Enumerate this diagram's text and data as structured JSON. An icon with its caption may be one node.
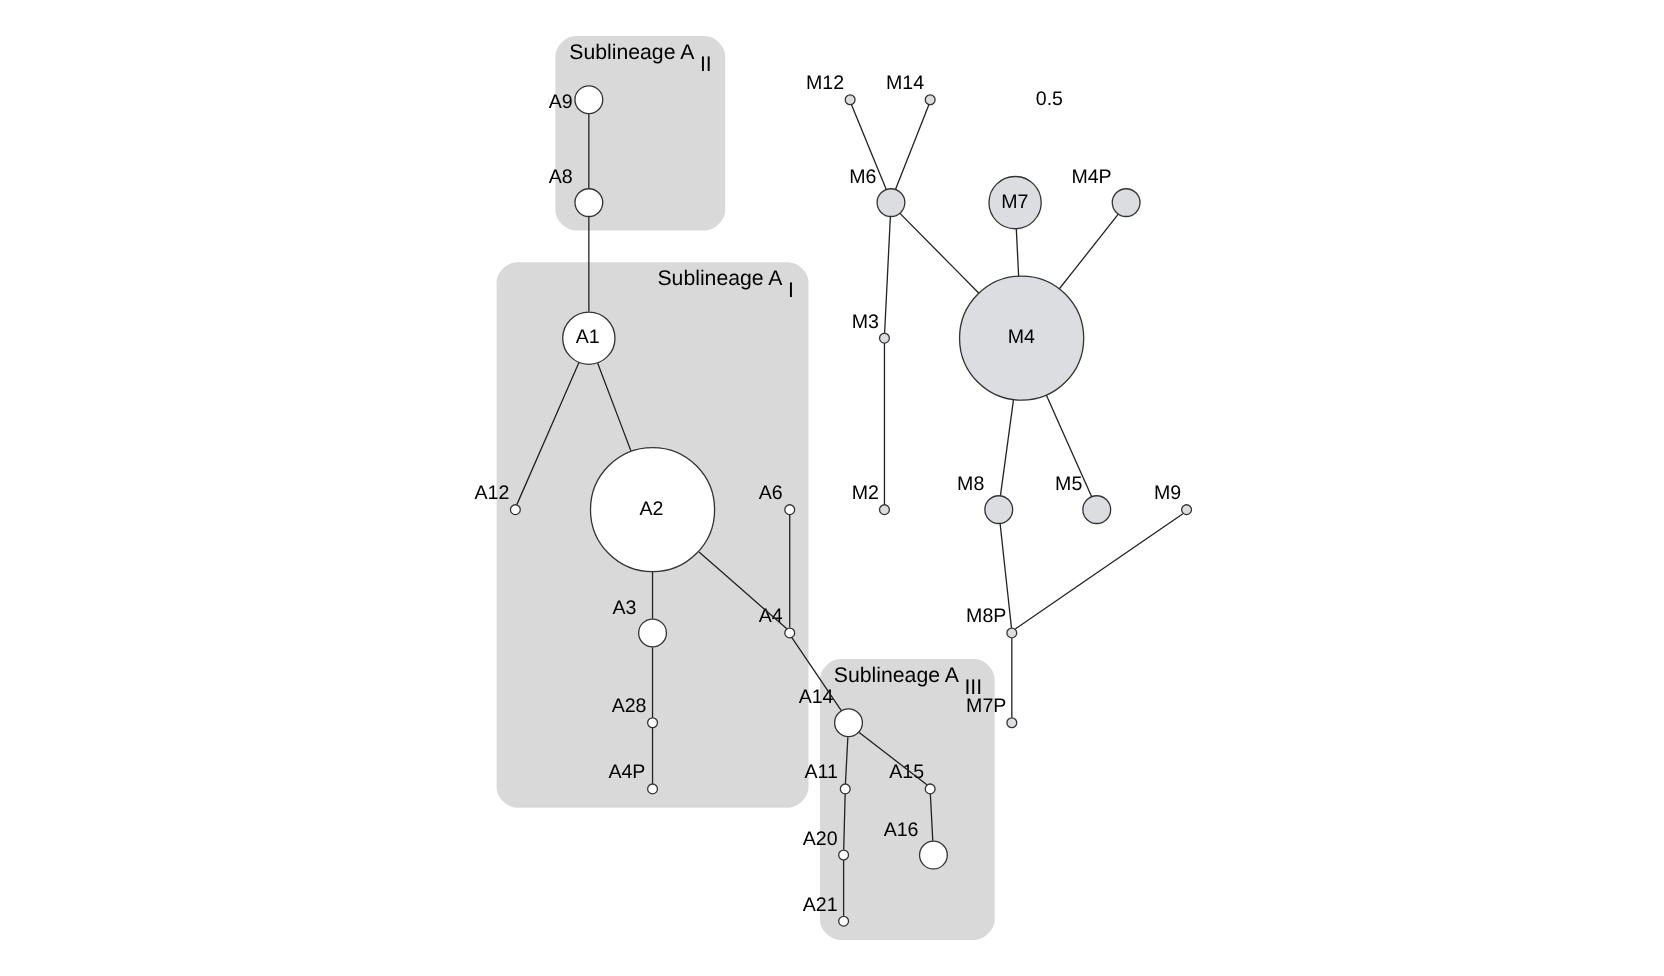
{
  "diagram": {
    "nodes": [
      {
        "text": [
          "Sublineage A$_{II}$"
        ]
      },
      {
        "text": [],
        "shape": "circle",
        "beside": [
          "A9"
        ],
        "in": 0
      },
      {
        "text": [],
        "shape": "circle",
        "beside": [
          "A8"
        ],
        "in": 0
      },
      {
        "text": [
          "Sublineage A$_{I}$"
        ]
      },
      {
        "text": [],
        "shape": "circle",
        "beside": [
          "A6"
        ],
        "in": 3
      },
      {
        "text": [
          "A1"
        ],
        "in": 3
      },
      {
        "text": [
          "A2"
        ],
        "in": 3
      },
      {
        "text": [],
        "shape": "circle",
        "beside": [
          "A4"
        ],
        "in": 3
      },
      {
        "text": [],
        "shape": "circle",
        "beside": [
          "A12"
        ],
        "in": 3
      },
      {
        "text": [],
        "shape": "circle",
        "beside": [
          "A3"
        ],
        "in": 3
      },
      {
        "text": [],
        "shape": "circle",
        "beside": [
          "A28"
        ],
        "in": 3
      },
      {
        "text": [],
        "shape": "circle",
        "beside": [
          "A4P"
        ],
        "in": 3
      },
      {
        "text": [
          "Sublineage A$_{III}$"
        ]
      },
      {
        "text": [],
        "shape": "circle",
        "beside": [
          "A14"
        ],
        "in": 12
      },
      {
        "text": [],
        "shape": "circle",
        "beside": [
          "A11"
        ],
        "in": 12
      },
      {
        "text": [],
        "shape": "circle",
        "beside": [
          "A20"
        ],
        "in": 12
      },
      {
        "text": [],
        "shape": "circle",
        "beside": [
          "A15"
        ],
        "in": 12
      },
      {
        "text": [],
        "shape": "circle",
        "beside": [
          "A21"
        ],
        "in": 12
      },
      {
        "text": [],
        "shape": "circle",
        "beside": [
          "A16"
        ],
        "in": 12
      },
      {
        "text": [],
        "shape": "circle",
        "beside": [
          "M12"
        ]
      },
      {
        "text": [],
        "shape": "circle",
        "beside": [
          "M14"
        ]
      },
      {
        "text": [],
        "shape": "circle",
        "beside": [
          "M6"
        ]
      },
      {
        "text": [],
        "shape": "circle",
        "beside": [
          "M3"
        ]
      },
      {
        "text": [],
        "shape": "circle",
        "beside": [
          "M2"
        ]
      },
      {
        "text": [
          "M7"
        ]
      },
      {
        "text": [],
        "shape": "circle",
        "beside": [
          "M4P"
        ]
      },
      {
        "text": [
          "M4"
        ]
      },
      {
        "text": [],
        "shape": "circle",
        "beside": [
          "M9"
        ]
      },
      {
        "text": [],
        "shape": "circle",
        "beside": [
          "M8"
        ]
      },
      {
        "text": [],
        "shape": "circle",
        "beside": [
          "M8P"
        ]
      },
      {
        "text": [],
        "shape": "circle",
        "beside": [
          "M7P"
        ]
      },
      {
        "text": [],
        "shape": "circle",
        "beside": [
          "M5"
        ]
      }
    ],
    "edges": [
      {
        "from": 1,
        "to": 2,
        "arrow": "none"
      },
      {
        "from": 2,
        "to": 5,
        "arrow": "none"
      },
      {
        "from": 5,
        "to": 6,
        "arrow": "none"
      },
      {
        "from": 6,
        "to": 7,
        "arrow": "none"
      },
      {
        "from": 4,
        "to": 7,
        "arrow": "none"
      },
      {
        "from": 5,
        "to": 8,
        "arrow": "none"
      },
      {
        "from": 6,
        "to": 9,
        "arrow": "none"
      },
      {
        "from": 9,
        "to": 10,
        "arrow": "none"
      },
      {
        "from": 10,
        "to": 11,
        "arrow": "none"
      },
      {
        "from": 7,
        "to": 13,
        "arrow": "none"
      },
      {
        "from": 13,
        "to": 14,
        "arrow": "none"
      },
      {
        "from": 14,
        "to": 15,
        "arrow": "none"
      },
      {
        "from": 15,
        "to": 17,
        "arrow": "none"
      },
      {
        "from": 13,
        "to": 16,
        "arrow": "none"
      },
      {
        "from": 16,
        "to": 18,
        "arrow": "none"
      },
      {
        "from": 20,
        "to": 21,
        "arrow": "none"
      },
      {
        "from": 19,
        "to": 21,
        "arrow": "none"
      },
      {
        "from": 21,
        "to": 22,
        "arrow": "none"
      },
      {
        "from": 22,
        "to": 23,
        "arrow": "none"
      },
      {
        "from": 21,
        "to": 26,
        "arrow": "none"
      },
      {
        "from": 24,
        "to": 26,
        "arrow": "none"
      },
      {
        "from": 25,
        "to": 26,
        "arrow": "none"
      },
      {
        "from": 26,
        "to": 28,
        "arrow": "none"
      },
      {
        "from": 28,
        "to": 29,
        "arrow": "none"
      },
      {
        "from": 27,
        "to": 29,
        "arrow": "none"
      },
      {
        "from": 29,
        "to": 30,
        "arrow": "none"
      },
      {
        "from": 26,
        "to": 31,
        "arrow": "none"
      }
    ],
    "labels": [
      "0.5"
    ]
  }
}
